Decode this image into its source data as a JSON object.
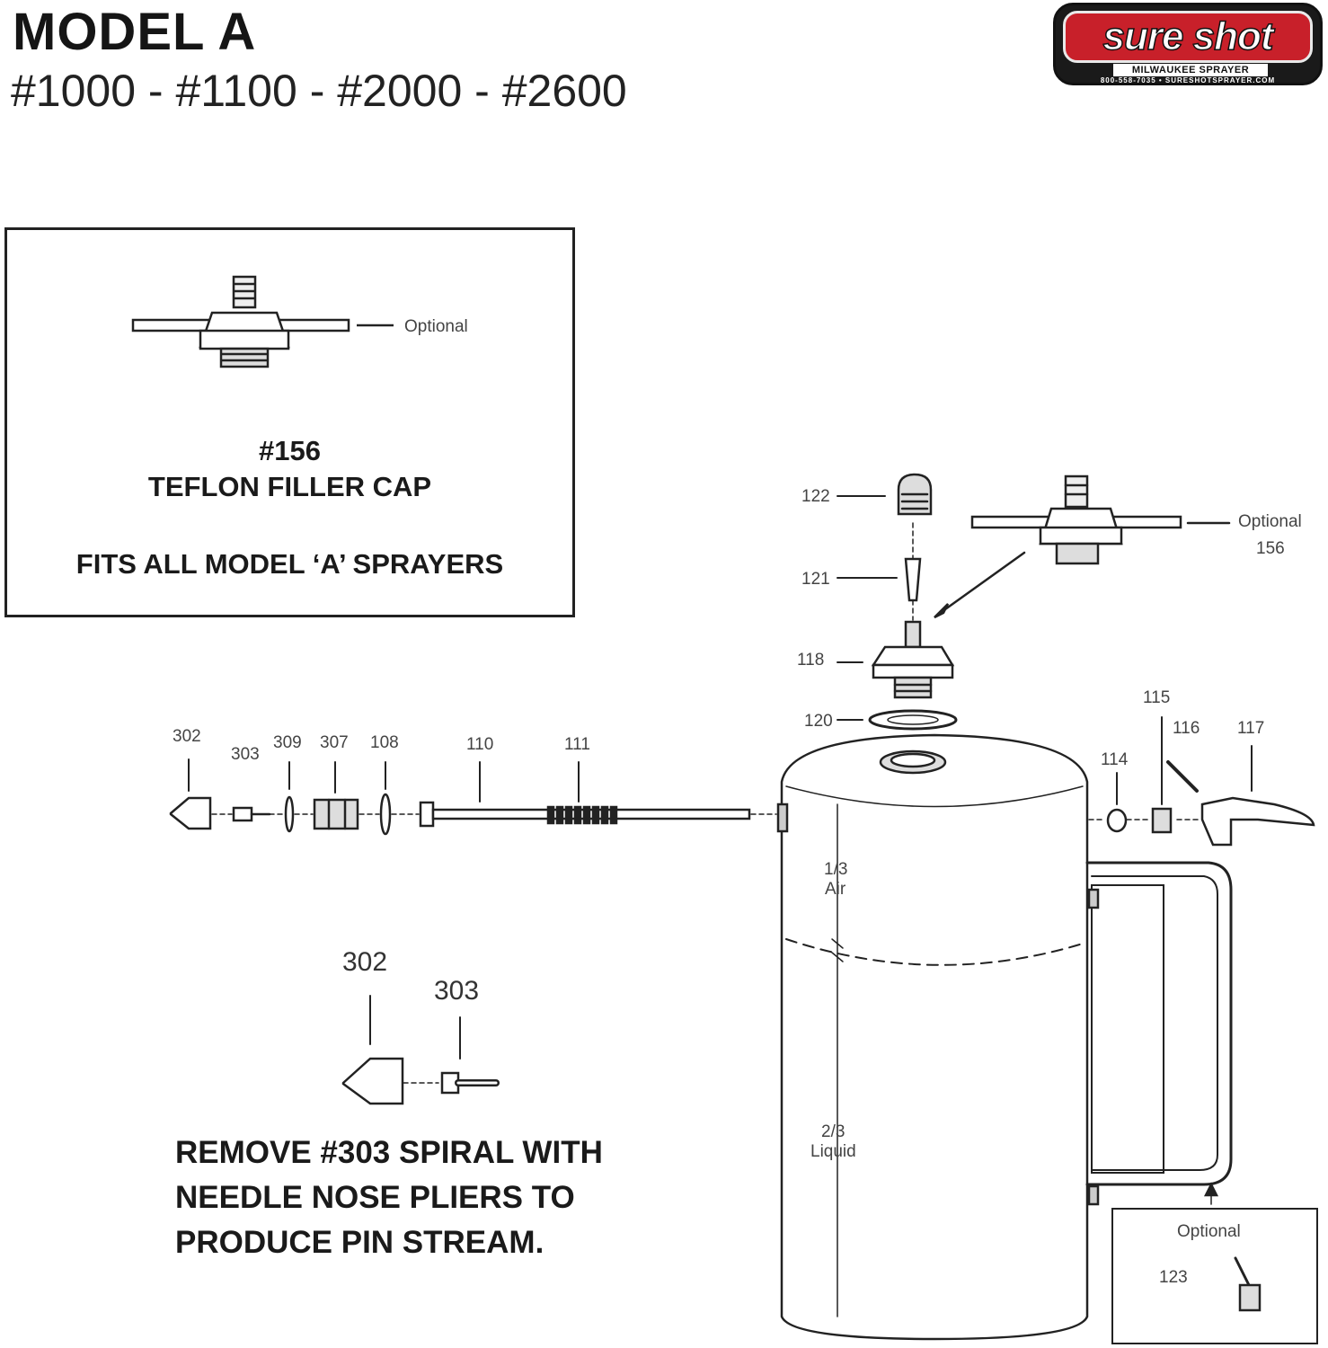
{
  "header": {
    "title": "MODEL A",
    "models": "#1000 - #1100 - #2000 - #2600"
  },
  "logo": {
    "brand": "sure shot",
    "sub": "MILWAUKEE SPRAYER",
    "contact": "800-558-7035 • SURESHOTSPRAYER.COM",
    "colors": {
      "red": "#c8202a",
      "black": "#1a1a1a"
    }
  },
  "inset": {
    "optional_label": "Optional",
    "part_number": "#156",
    "part_name": "TEFLON FILLER CAP",
    "fit_note": "FITS ALL MODEL ‘A’ SPRAYERS"
  },
  "parts": {
    "p122": "122",
    "p121": "121",
    "p118": "118",
    "p120": "120",
    "optional": "Optional",
    "p156": "156",
    "p302": "302",
    "p303": "303",
    "p309": "309",
    "p307": "307",
    "p108": "108",
    "p110": "110",
    "p111": "111",
    "p114": "114",
    "p115": "115",
    "p116": "116",
    "p117": "117",
    "air_frac": "1/3",
    "air": "Air",
    "liquid_frac": "2/3",
    "liquid": "Liquid",
    "optional_123": "Optional",
    "p123": "123"
  },
  "detail": {
    "p302": "302",
    "p303": "303"
  },
  "note": {
    "line1": "REMOVE #303 SPIRAL WITH",
    "line2": "NEEDLE NOSE PLIERS TO",
    "line3": "PRODUCE PIN STREAM."
  }
}
